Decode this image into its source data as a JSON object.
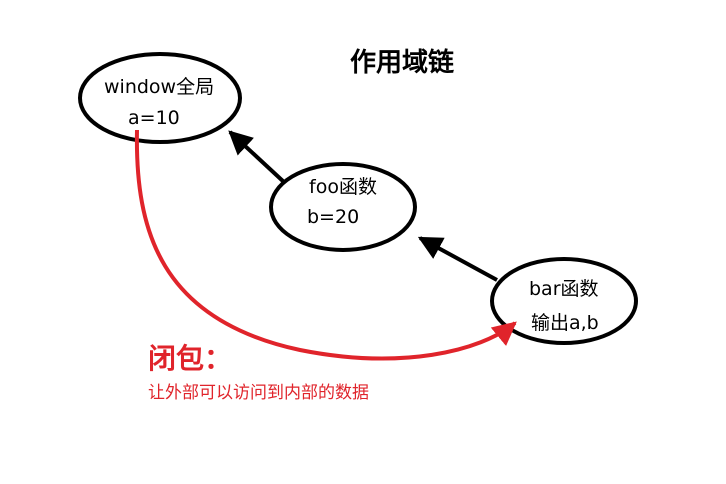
{
  "diagram": {
    "title": "作用域链",
    "nodes": [
      {
        "id": "window",
        "name": "window全局",
        "value": "a=10"
      },
      {
        "id": "foo",
        "name": "foo函数",
        "value": "b=20"
      },
      {
        "id": "bar",
        "name": "bar函数",
        "value": "输出a,b"
      }
    ],
    "edges": [
      {
        "from": "foo",
        "to": "window",
        "kind": "scope-chain"
      },
      {
        "from": "bar",
        "to": "foo",
        "kind": "scope-chain"
      },
      {
        "from": "window",
        "to": "bar",
        "kind": "closure"
      }
    ],
    "closure": {
      "title": "闭包：",
      "description": "让外部可以访问到内部的数据"
    },
    "colors": {
      "outline": "#000000",
      "closure": "#e0242b",
      "background": "#ffffff"
    }
  }
}
